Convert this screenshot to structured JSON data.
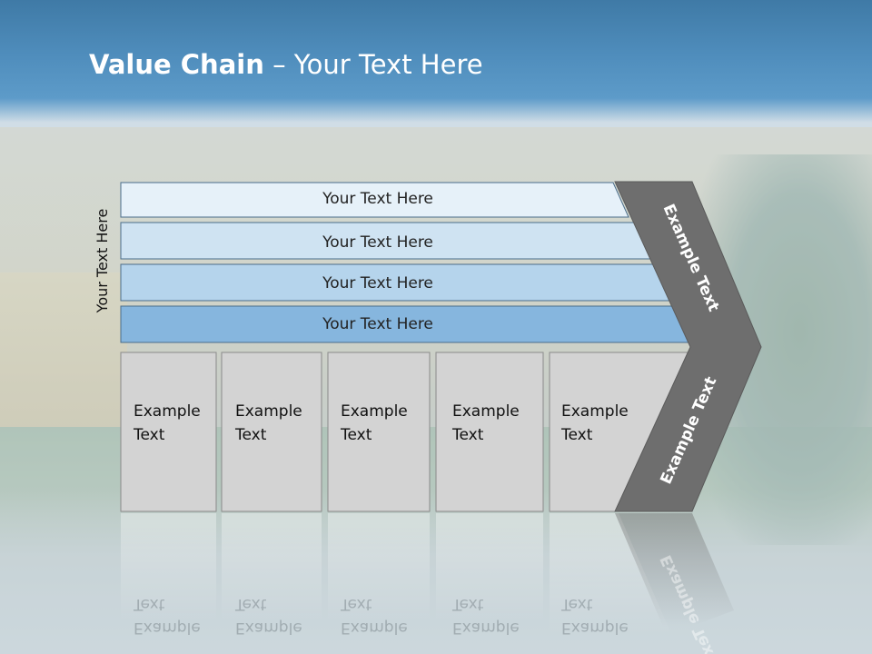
{
  "title": {
    "bold": "Value Chain",
    "rest": " – Your Text Here"
  },
  "side_label": "Your Text Here",
  "bands": [
    {
      "label": "Your Text Here",
      "color": "#e6f1f9"
    },
    {
      "label": "Your Text Here",
      "color": "#cfe3f2"
    },
    {
      "label": "Your Text Here",
      "color": "#b5d4ec"
    },
    {
      "label": "Your Text Here",
      "color": "#86b6de"
    }
  ],
  "boxes": [
    {
      "line1": "Example",
      "line2": "Text"
    },
    {
      "line1": "Example",
      "line2": "Text"
    },
    {
      "line1": "Example",
      "line2": "Text"
    },
    {
      "line1": "Example",
      "line2": "Text"
    },
    {
      "line1": "Example",
      "line2": "Text"
    }
  ],
  "chevron": {
    "upper_label": "Example Text",
    "lower_label": "Example Text",
    "color": "#6e6e6e"
  },
  "colors": {
    "box_fill": "#d3d3d3",
    "box_stroke": "#8a8a8a",
    "band_stroke": "#4a6d8a",
    "header": "#4f8dbc"
  }
}
